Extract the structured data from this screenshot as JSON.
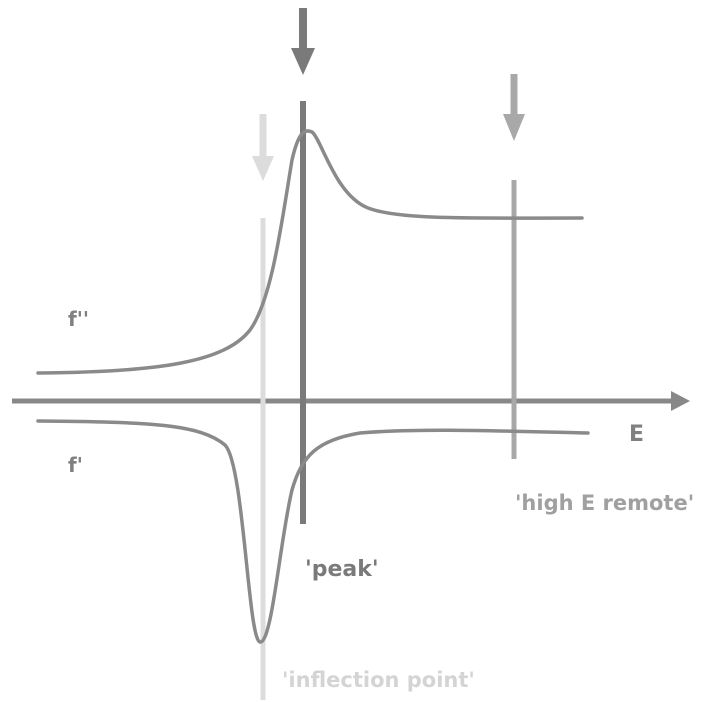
{
  "labels": {
    "f_double_prime": "f''",
    "f_prime": "f'",
    "energy_axis": "E",
    "peak": "'peak'",
    "inflection_point": "'inflection point'",
    "high_e_remote": "'high E remote'"
  },
  "colors": {
    "background": "#ffffff",
    "axis": "#888888",
    "curve": "#8a8a8a",
    "label_text": "#808080",
    "peak_marker": "#7a7a7a",
    "inflection_marker": "#dcdcdc",
    "inflection_text": "#d4d4d4",
    "remote_marker": "#a8a8a8",
    "remote_text": "#a0a0a0"
  },
  "markers": [
    "inflection point",
    "peak",
    "high E remote"
  ]
}
